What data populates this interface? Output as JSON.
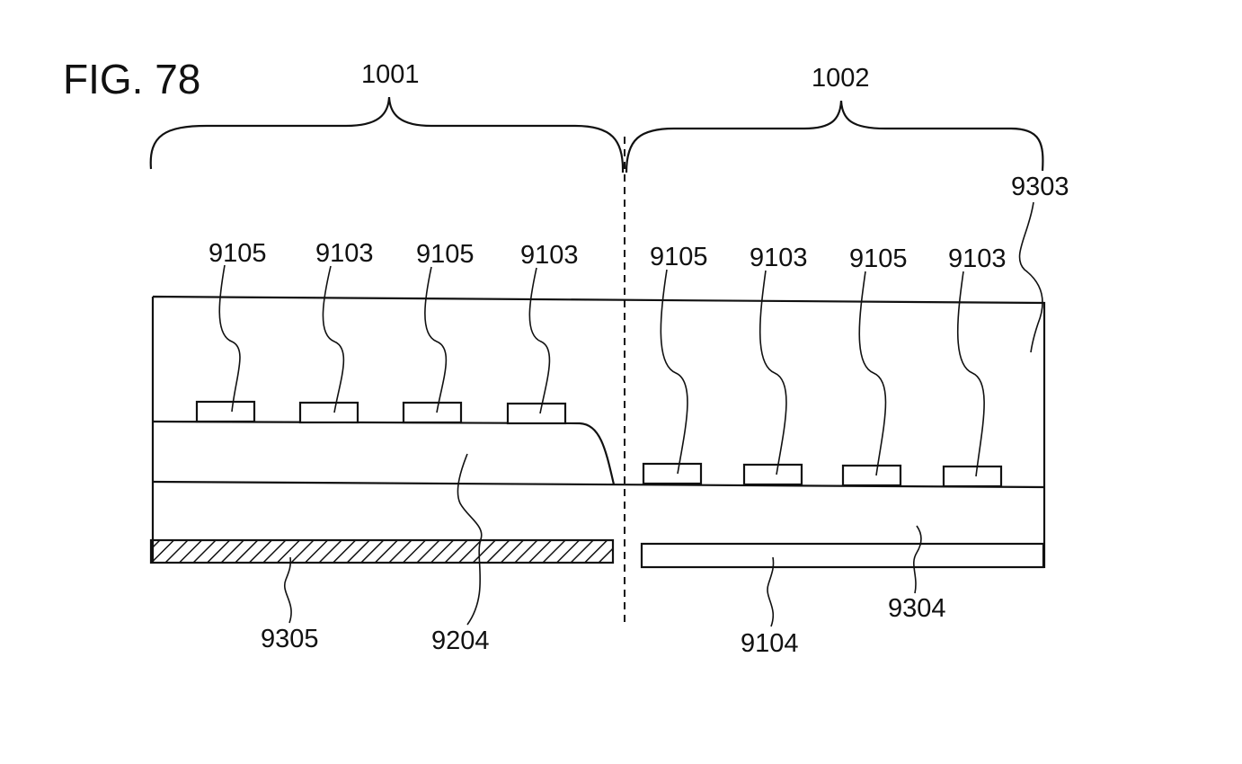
{
  "figure": {
    "title": "FIG. 78",
    "regions": {
      "left": "1001",
      "right": "1002"
    },
    "labels": {
      "top_left": [
        "9105",
        "9103",
        "9105",
        "9103"
      ],
      "top_right": [
        "9105",
        "9103",
        "9105",
        "9103"
      ],
      "substrate_top": "9303",
      "shield_layer": "9305",
      "insulator_step": "9204",
      "electrode_right": "9104",
      "substrate_bottom": "9304"
    },
    "hatched_layer_color": "#111111"
  }
}
